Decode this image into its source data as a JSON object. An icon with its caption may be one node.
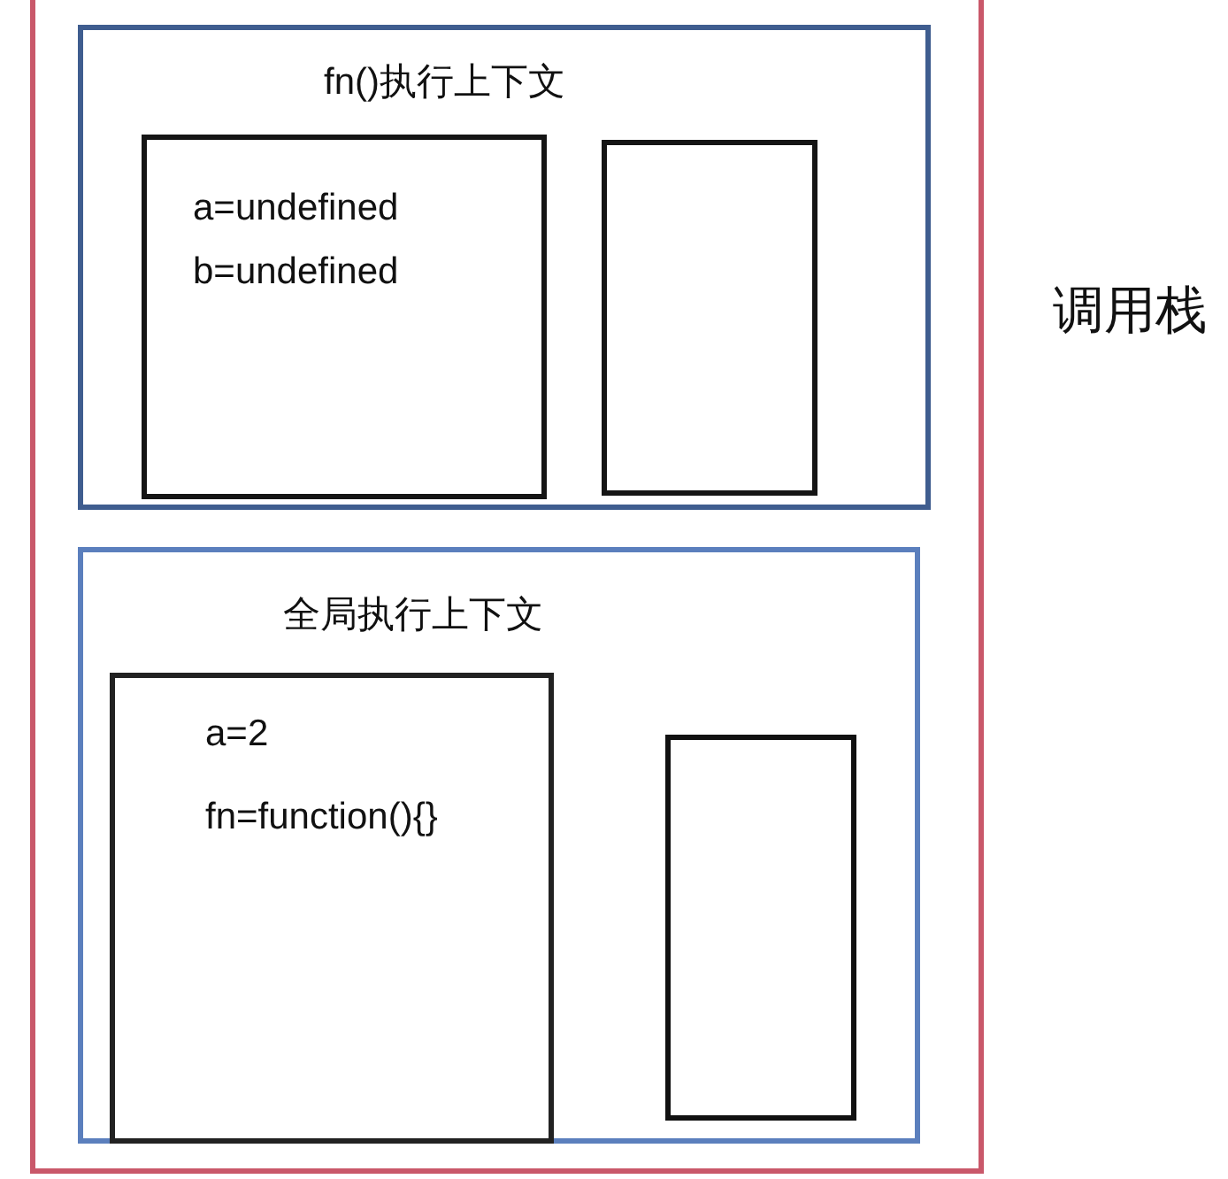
{
  "diagram": {
    "nodes": [
      {
        "text": [
          "调用栈"
        ]
      },
      {
        "text": [
          "fn()执行上下文"
        ],
        "in": 0
      },
      {
        "text": [
          "a=undefined",
          "b=undefined"
        ],
        "in": 1
      },
      {
        "text": [],
        "shape": "box",
        "in": 1
      },
      {
        "text": [
          "全局执行上下文"
        ],
        "in": 0
      },
      {
        "text": [
          "a=2",
          "fn=function(){}"
        ],
        "in": 4
      },
      {
        "text": [],
        "shape": "box",
        "in": 4
      }
    ]
  }
}
